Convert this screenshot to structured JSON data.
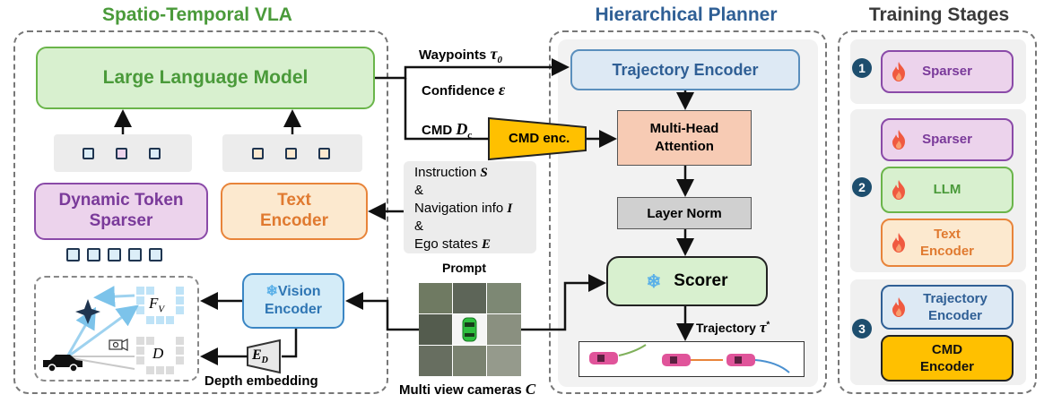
{
  "titles": {
    "vla": "Spatio-Temporal VLA",
    "planner": "Hierarchical Planner",
    "stages": "Training Stages"
  },
  "colors": {
    "green_title": "#4a9a3a",
    "blue_title": "#2f5f95",
    "dark_title": "#3a3a3a",
    "llm_fill": "#d8f0cf",
    "llm_border": "#6ab54a",
    "sparser_fill": "#ecd3ec",
    "sparser_border": "#8a4aa8",
    "text_fill": "#fce9cf",
    "text_border": "#e8843a",
    "vision_fill": "#d4ecf8",
    "vision_border": "#3a86c4",
    "traj_fill": "#dde9f4",
    "traj_border": "#5a8fbd",
    "attn_fill": "#f7cbb4",
    "cmd_fill": "#ffc000"
  },
  "vla": {
    "llm": "Large Language Model",
    "sparser": [
      "Dynamic Token",
      "Sparser"
    ],
    "text_encoder": [
      "Text",
      "Encoder"
    ],
    "vision_encoder": [
      "Vision",
      "Encoder"
    ],
    "depth_label": "Depth embedding",
    "depth_enc_main": "E",
    "depth_enc_sub": "D",
    "fv_main": "F",
    "fv_sub": "V",
    "d_label": "D"
  },
  "prompt": {
    "title": "Prompt",
    "line1": "Instruction ",
    "line1_var": "S",
    "amp": "&",
    "line2": "Navigation info ",
    "line2_var": "I",
    "line3": "Ego states ",
    "line3_var": "E"
  },
  "cameras": {
    "label": "Multi view cameras ",
    "label_var": "C"
  },
  "connections": {
    "waypoints": "Waypoints ",
    "waypoints_var": "τ",
    "waypoints_sub": "0",
    "confidence": "Confidence ",
    "confidence_var": "ε",
    "cmd": "CMD ",
    "cmd_var": "D",
    "cmd_sub": "c"
  },
  "planner": {
    "traj_encoder": "Trajectory Encoder",
    "attention": [
      "Multi-Head",
      "Attention"
    ],
    "layer_norm": "Layer Norm",
    "scorer": "Scorer",
    "cmd_enc": "CMD enc.",
    "trajectory": "Trajectory ",
    "trajectory_var": "τ",
    "trajectory_sup": "*"
  },
  "stages": [
    {
      "number": "1",
      "items": [
        {
          "label": "Sparser",
          "fire": true
        }
      ]
    },
    {
      "number": "2",
      "items": [
        {
          "label": "Sparser",
          "fire": true
        },
        {
          "label": "LLM",
          "fire": true
        },
        {
          "label": "Text\nEncoder",
          "fire": true
        }
      ]
    },
    {
      "number": "3",
      "items": [
        {
          "label": "Trajectory\nEncoder",
          "fire": true
        },
        {
          "label": "CMD\nEncoder",
          "fire": false
        }
      ]
    }
  ]
}
